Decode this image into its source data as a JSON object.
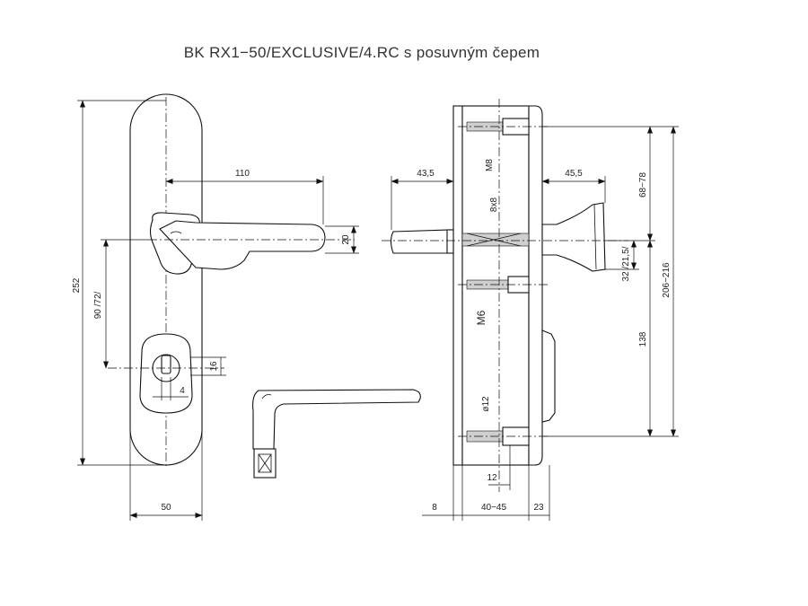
{
  "title": "BK  RX1−50/EXCLUSIVE/4.RC  s  posuvným  čepem",
  "dimensions": {
    "handle_length": "110",
    "height_total": "252",
    "distance_axis": "90 /72/",
    "cylinder_height": "16",
    "cylinder_offset": "4",
    "plate_width": "50",
    "handle_thickness": "20",
    "projection_outer": "43,5",
    "projection_inner": "45,5",
    "screw_m8": "M8",
    "square": "8x8",
    "screw_m6": "M6",
    "pin_diameter": "ø12",
    "offset_12": "12",
    "plate_8": "8",
    "door_thickness": "40−45",
    "plate_23": "23",
    "range_68_78": "68−78",
    "offset_32": "32 /21,5/",
    "range_206_216": "206−216",
    "dist_138": "138"
  }
}
